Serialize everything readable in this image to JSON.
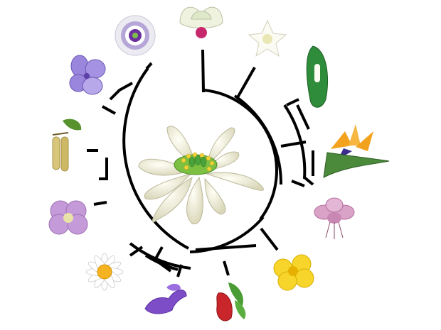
{
  "diagram": {
    "center_flower": {
      "name": "ancestral-flower",
      "petal_color": "#f3f0d9",
      "center_color": "#6fb33a"
    },
    "tips": [
      {
        "name": "magnolia-tip",
        "color": "#f1f3e2",
        "accent": "#c7286b"
      },
      {
        "name": "white-star-tip",
        "color": "#fbfbf3",
        "accent": "#e9e7b3"
      },
      {
        "name": "calla-lily-tip",
        "color": "#2e8c3a",
        "accent": "#fdfdf2"
      },
      {
        "name": "bird-of-paradise-tip",
        "color": "#f3a21d",
        "accent": "#3b2e8d"
      },
      {
        "name": "lily-tip",
        "color": "#d9a3c8",
        "accent": "#b05a8f"
      },
      {
        "name": "buttercup-tip",
        "color": "#f7d52a",
        "accent": "#e6b000"
      },
      {
        "name": "red-green-flower-tip",
        "color": "#c8262b",
        "accent": "#4a9c35"
      },
      {
        "name": "purple-iris-tip",
        "color": "#7d4cc7",
        "accent": "#5b2ea4"
      },
      {
        "name": "daisy-tip",
        "color": "#ffffff",
        "accent": "#f6b321"
      },
      {
        "name": "mallow-tip",
        "color": "#c59ad9",
        "accent": "#8e6aa8"
      },
      {
        "name": "catkin-tip",
        "color": "#d8c67a",
        "accent": "#58922f"
      },
      {
        "name": "violet-tip",
        "color": "#9a86dc",
        "accent": "#5d3fa8"
      },
      {
        "name": "passion-flower-tip",
        "color": "#e9e6f0",
        "accent": "#6f3da1"
      }
    ]
  }
}
